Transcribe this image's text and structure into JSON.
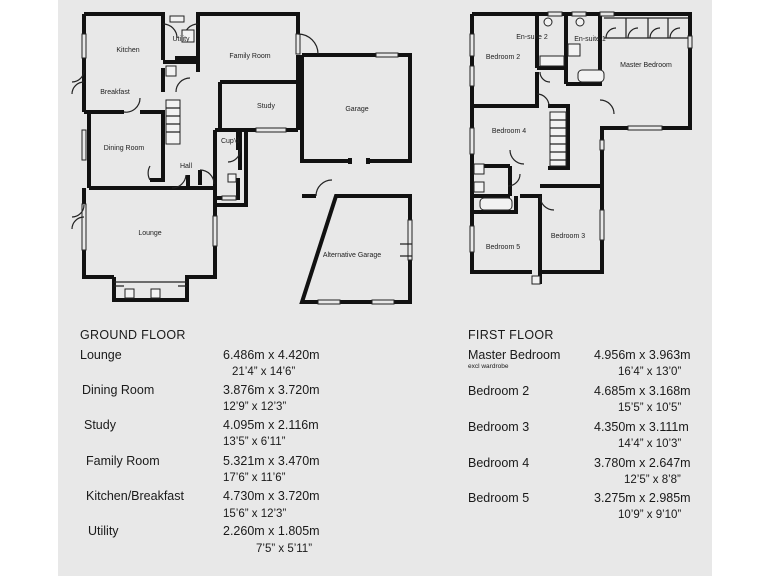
{
  "rooms": {
    "kitchen": "Kitchen",
    "utility": "Utility",
    "family_room": "Family Room",
    "breakfast": "Breakfast",
    "dining_room": "Dining Room",
    "study": "Study",
    "garage": "Garage",
    "hall": "Hall",
    "cupd": "Cup'd",
    "lounge": "Lounge",
    "alternative_garage": "Alternative Garage",
    "ensuite_2": "En-suite 2",
    "ensuite_1": "En-suite 1",
    "bedroom_2": "Bedroom 2",
    "master_bedroom": "Master Bedroom",
    "bedroom_4": "Bedroom 4",
    "bedroom_5": "Bedroom 5",
    "bedroom_3": "Bedroom 3"
  },
  "ground_floor": {
    "heading": "GROUND FLOOR",
    "rooms": [
      {
        "name": "Lounge",
        "metric": "6.486m x 4.420m",
        "imperial": "21’4” x 14’6”"
      },
      {
        "name": "Dining Room",
        "metric": "3.876m x 3.720m",
        "imperial": "12’9” x 12’3”"
      },
      {
        "name": "Study",
        "metric": "4.095m x 2.116m",
        "imperial": "13’5” x 6’11”"
      },
      {
        "name": "Family Room",
        "metric": "5.321m x 3.470m",
        "imperial": "17’6” x 11’6”"
      },
      {
        "name": "Kitchen/Breakfast",
        "metric": "4.730m x 3.720m",
        "imperial": "15’6” x 12’3”"
      },
      {
        "name": "Utility",
        "metric": "2.260m x 1.805m",
        "imperial": "7’5” x 5’11”"
      }
    ]
  },
  "first_floor": {
    "heading": "FIRST FLOOR",
    "rooms": [
      {
        "name": "Master Bedroom",
        "note": "excl wardrobe",
        "metric": "4.956m x 3.963m",
        "imperial": "16’4” x 13’0”"
      },
      {
        "name": "Bedroom 2",
        "metric": "4.685m x 3.168m",
        "imperial": "15’5” x 10’5”"
      },
      {
        "name": "Bedroom 3",
        "metric": "4.350m x 3.111m",
        "imperial": "14’4” x 10’3”"
      },
      {
        "name": "Bedroom 4",
        "metric": "3.780m x 2.647m",
        "imperial": "12’5” x 8’8”"
      },
      {
        "name": "Bedroom 5",
        "metric": "3.275m x 2.985m",
        "imperial": "10’9” x 9’10”"
      }
    ]
  }
}
